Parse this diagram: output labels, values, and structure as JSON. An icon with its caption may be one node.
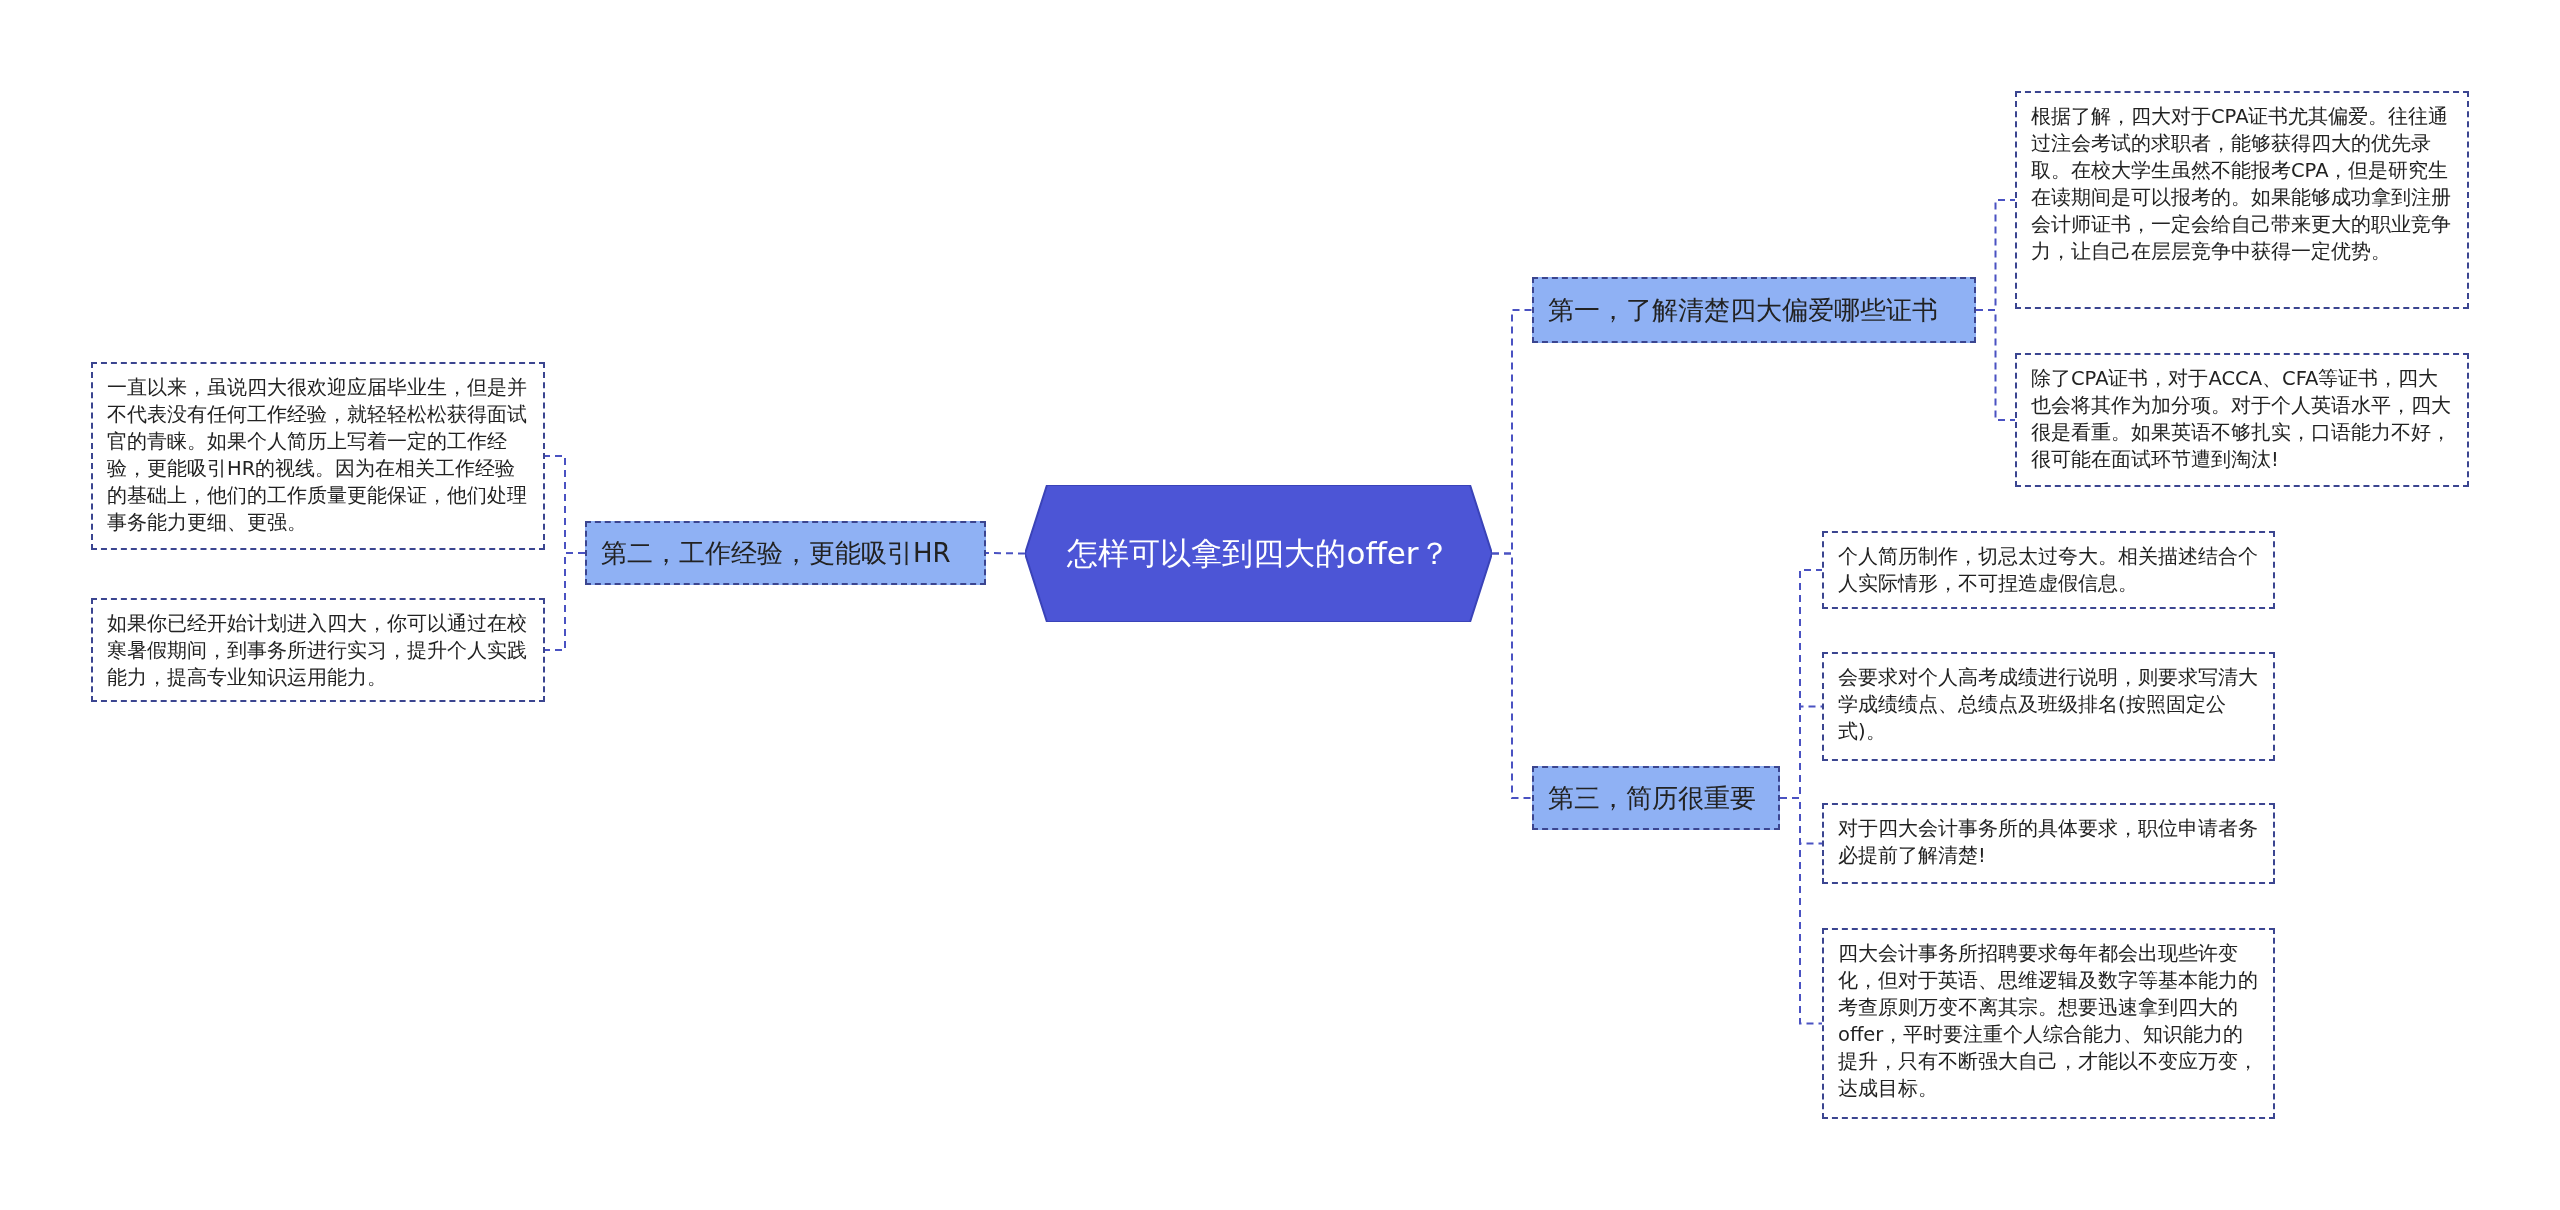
{
  "diagram": {
    "nodes": [
      {
        "text": [
          "怎样可以拿到四大的offer？"
        ]
      },
      {
        "text": [
          "第一，了解清楚四大偏爱哪些证书"
        ]
      },
      {
        "text": [
          "根据了解，四大对于CPA证书尤其偏爱。往往通过注会考试的求职者，能够获得四大的优先录取。在校大学生虽然不能报考CPA，但是研究生在读期间是可以报考的。如果能够成功拿到注册会计师证书，一定会给自己带来更大的职业竞争力，让自己在层层竞争中获得一定优势。"
        ]
      },
      {
        "text": [
          "除了CPA证书，对于ACCA、CFA等证书，四大也会将其作为加分项。对于个人英语水平，四大很是看重。如果英语不够扎实，口语能力不好，很可能在面试环节遭到淘汰!"
        ]
      },
      {
        "text": [
          "第二，工作经验，更能吸引HR"
        ]
      },
      {
        "text": [
          "一直以来，虽说四大很欢迎应届毕业生，但是并不代表没有任何工作经验，就轻轻松松获得面试官的青睐。如果个人简历上写着一定的工作经验，更能吸引HR的视线。因为在相关工作经验的基础上，他们的工作质量更能保证，他们处理事务能力更细、更强。"
        ]
      },
      {
        "text": [
          "如果你已经开始计划进入四大，你可以通过在校寒暑假期间，到事务所进行实习，提升个人实践能力，提高专业知识运用能力。"
        ]
      },
      {
        "text": [
          "第三，简历很重要"
        ]
      },
      {
        "text": [
          "个人简历制作，切忌太过夸大。相关描述结合个人实际情形，不可捏造虚假信息。"
        ]
      },
      {
        "text": [
          "会要求对个人高考成绩进行说明，则要求写清大学成绩绩点、总绩点及班级排名(按照固定公式)。"
        ]
      },
      {
        "text": [
          "对于四大会计事务所的具体要求，职位申请者务必提前了解清楚!"
        ]
      },
      {
        "text": [
          "四大会计事务所招聘要求每年都会出现些许变化，但对于英语、思维逻辑及数字等基本能力的考查原则万变不离其宗。想要迅速拿到四大的offer，平时要注重个人综合能力、知识能力的提升，只有不断强大自己，才能以不变应万变，达成目标。"
        ]
      }
    ],
    "edges": [
      {
        "from": 0,
        "to": 1,
        "arrow": "none"
      },
      {
        "from": 1,
        "to": 2,
        "arrow": "none"
      },
      {
        "from": 1,
        "to": 3,
        "arrow": "none"
      },
      {
        "from": 0,
        "to": 4,
        "arrow": "none"
      },
      {
        "from": 4,
        "to": 5,
        "arrow": "none"
      },
      {
        "from": 4,
        "to": 6,
        "arrow": "none"
      },
      {
        "from": 0,
        "to": 7,
        "arrow": "none"
      },
      {
        "from": 7,
        "to": 8,
        "arrow": "none"
      },
      {
        "from": 7,
        "to": 9,
        "arrow": "none"
      },
      {
        "from": 7,
        "to": 10,
        "arrow": "none"
      },
      {
        "from": 7,
        "to": 11,
        "arrow": "none"
      }
    ]
  }
}
